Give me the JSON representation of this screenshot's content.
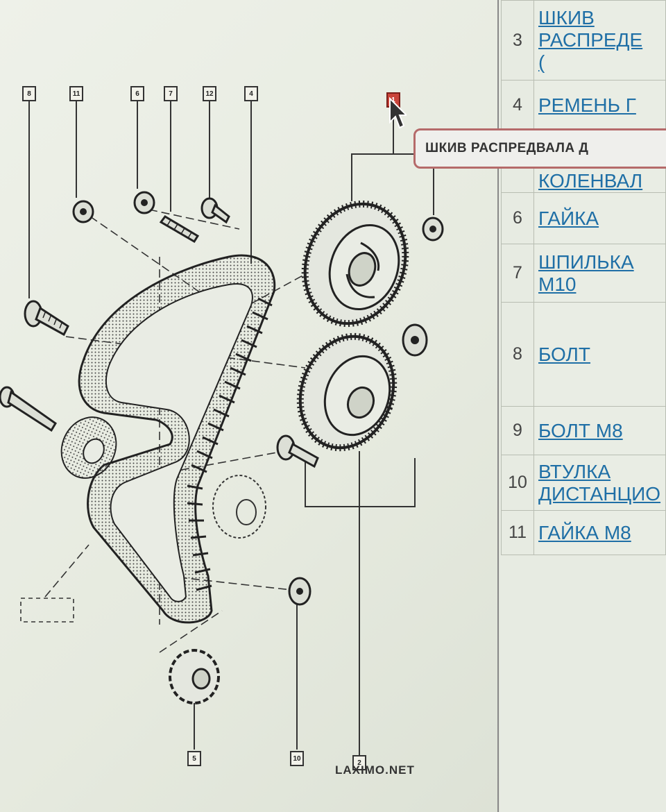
{
  "diagram": {
    "callouts": [
      "8",
      "11",
      "6",
      "7",
      "12",
      "4",
      "1",
      "5",
      "10",
      "2"
    ],
    "active_callout": "1",
    "tooltip_text": "ШКИВ РАСПРЕДВАЛА Д",
    "watermark": "LAXIMO.NET"
  },
  "parts_table": {
    "rows": [
      {
        "num": "3",
        "name": [
          "ШКИВ",
          "РАСПРЕДЕ",
          "("
        ]
      },
      {
        "num": "4",
        "name": [
          "РЕМЕНЬ Г"
        ]
      },
      {
        "num": "",
        "name": [
          "КОЛЕНВАЛ"
        ]
      },
      {
        "num": "6",
        "name": [
          "ГАЙКА"
        ]
      },
      {
        "num": "7",
        "name": [
          "ШПИЛЬКА",
          "М10"
        ]
      },
      {
        "num": "8",
        "name": [
          "БОЛТ"
        ]
      },
      {
        "num": "9",
        "name": [
          "БОЛТ М8"
        ]
      },
      {
        "num": "10",
        "name": [
          "ВТУЛКА",
          "ДИСТАНЦИО"
        ]
      },
      {
        "num": "11",
        "name": [
          "ГАЙКА М8"
        ]
      }
    ]
  },
  "colors": {
    "link": "#1f6fa6",
    "active_callout": "#c9443a",
    "tooltip_border": "#b56a6a"
  }
}
